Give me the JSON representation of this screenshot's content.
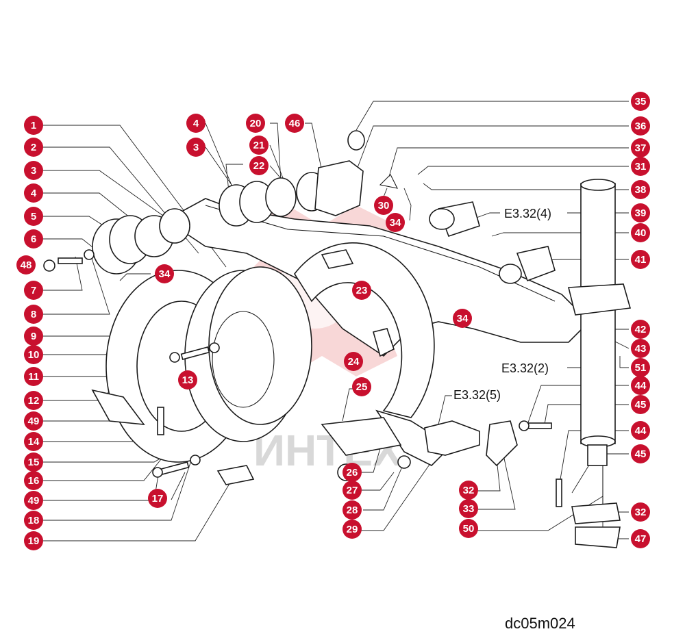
{
  "figure": {
    "code": "dc05m024",
    "watermark_text": "ИНТЕХ",
    "accent_color": "#c8102e",
    "reference_labels": [
      "E3.32(4)",
      "E3.32(2)",
      "E3.32(5)"
    ]
  },
  "callouts_left": [
    "1",
    "2",
    "3",
    "4",
    "5",
    "6",
    "48",
    "7",
    "8",
    "9",
    "10",
    "11",
    "12",
    "49",
    "14",
    "15",
    "16",
    "49",
    "18",
    "19"
  ],
  "callouts_top": [
    "4",
    "3",
    "20",
    "21",
    "22",
    "46"
  ],
  "callouts_inner": [
    "34",
    "13",
    "17",
    "23",
    "24",
    "25",
    "26",
    "27",
    "28",
    "29",
    "30",
    "34",
    "32",
    "33",
    "50",
    "34"
  ],
  "callouts_right": [
    "35",
    "36",
    "37",
    "31",
    "38",
    "39",
    "40",
    "41",
    "42",
    "43",
    "51",
    "44",
    "45",
    "44",
    "45",
    "32",
    "47"
  ]
}
